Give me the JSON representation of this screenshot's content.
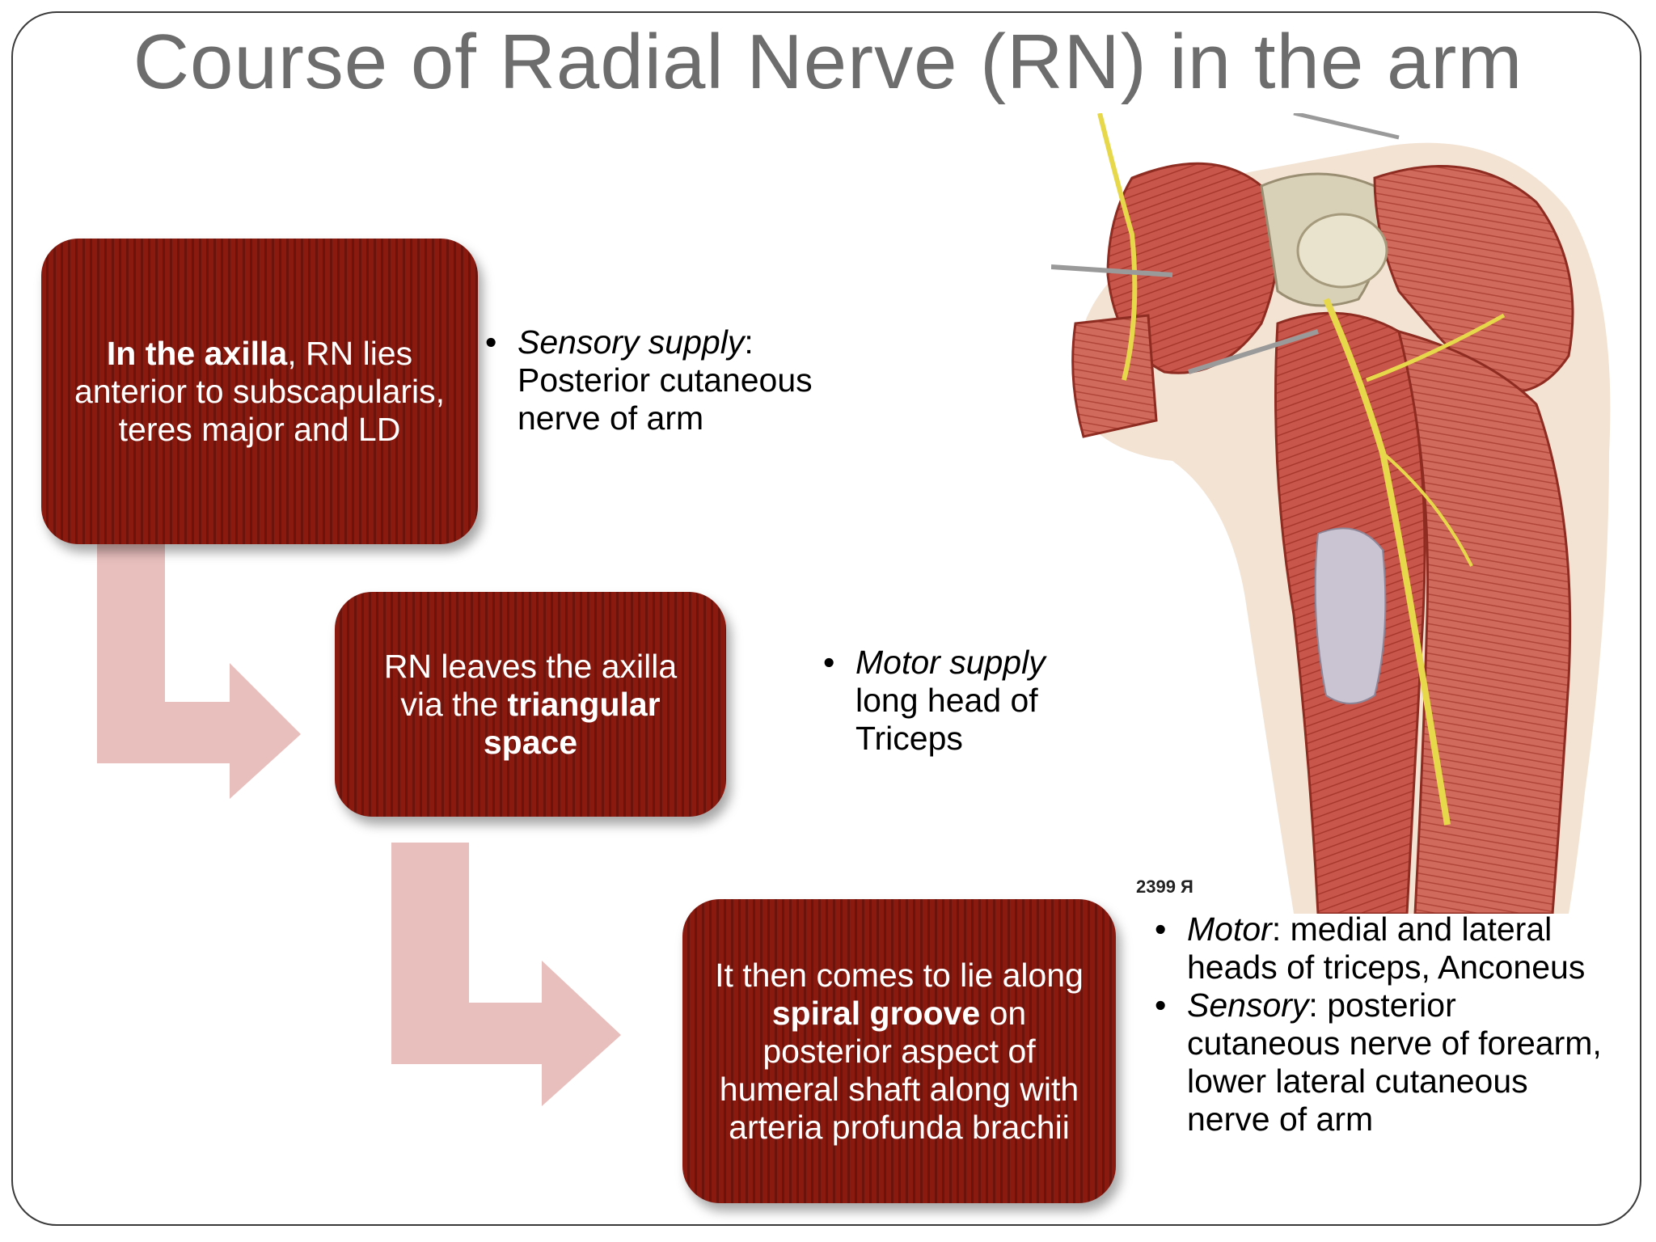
{
  "title": "Course of Radial Nerve (RN) in the arm",
  "boxes": {
    "box1": {
      "bold": "In the axilla",
      "rest": ", RN lies anterior to subscapularis, teres major and LD"
    },
    "box2": {
      "pre": "RN leaves the axilla via the ",
      "bold": "triangular space"
    },
    "box3": {
      "pre": "It then comes to lie along ",
      "bold": "spiral groove",
      "post": " on posterior aspect of humeral shaft along with arteria profunda brachii"
    }
  },
  "notes1": [
    {
      "label": "Sensory supply",
      "text": ": Posterior cutaneous nerve of arm"
    }
  ],
  "notes2": [
    {
      "label": "Motor supply",
      "text": " long head of Triceps"
    }
  ],
  "notes3": [
    {
      "label": "Motor",
      "text": ": medial and lateral heads of triceps, Anconeus"
    },
    {
      "label": "Sensory",
      "text": ": posterior cutaneous nerve of forearm, lower lateral cutaneous nerve of arm"
    }
  ],
  "figure_code": "2399 Я",
  "bullet_char": "•",
  "colors": {
    "box_fill": "#8a1a10",
    "arrow_fill": "#e8bfbd",
    "title": "#6d6d6d",
    "muscle": "#c8564a",
    "nerve": "#e6d84a"
  },
  "icons": [
    "anatomy-illustration",
    "bent-arrow"
  ]
}
